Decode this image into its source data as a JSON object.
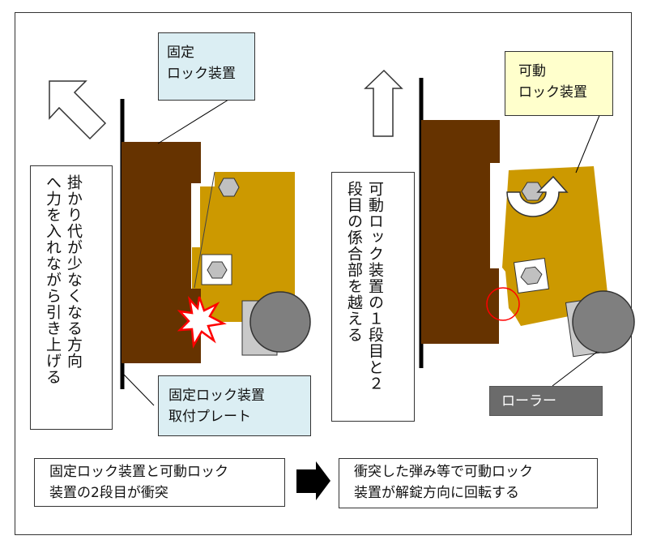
{
  "labels": {
    "fixed_lock": [
      "固定",
      "ロック装置"
    ],
    "movable_lock": [
      "可動",
      "ロック装置"
    ],
    "fixed_plate": [
      "固定ロック装置",
      "取付プレート"
    ],
    "roller": "ローラー",
    "left_note": [
      "掛かり代が少なくなる方向",
      "へ力を入れながら引き上げる"
    ],
    "right_note": [
      "可動ロック装置の１段目と２",
      "段目の係合部を越える"
    ],
    "caption_left": [
      "固定ロック装置と可動ロック",
      "装置の2段目が衝突"
    ],
    "caption_right": [
      "衝突した弾み等で可動ロック",
      "装置が解錠方向に回転する"
    ]
  },
  "colors": {
    "brown": "#663300",
    "gold": "#cc9900",
    "grey": "#666666",
    "roller": "#7f7f7f",
    "hex": "#c0c0c0",
    "impact": "#ff0000",
    "box_blue": "#dbeef3",
    "box_yellow": "#ffffcc"
  },
  "icons": {
    "up_left_arrow": "hollow-arrow-up-left",
    "up_arrow": "hollow-arrow-up",
    "rotate_arrow": "curved-rotation-arrow",
    "impact": "collision-burst",
    "right_arrow": "solid-arrow-right"
  }
}
